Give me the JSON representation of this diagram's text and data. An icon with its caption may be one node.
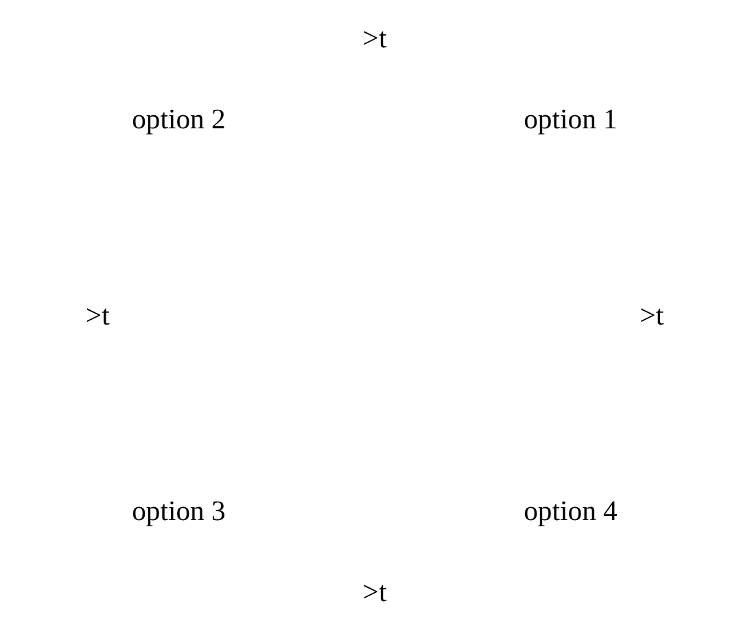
{
  "diagram": {
    "nodes": [
      {
        "text": [
          "option 4"
        ]
      },
      {
        "text": [
          "option 3"
        ]
      },
      {
        "text": [
          "option 2"
        ]
      },
      {
        "text": [
          "option 1"
        ]
      }
    ],
    "labels": [
      ">t",
      ">t",
      ">t",
      ">t"
    ]
  }
}
